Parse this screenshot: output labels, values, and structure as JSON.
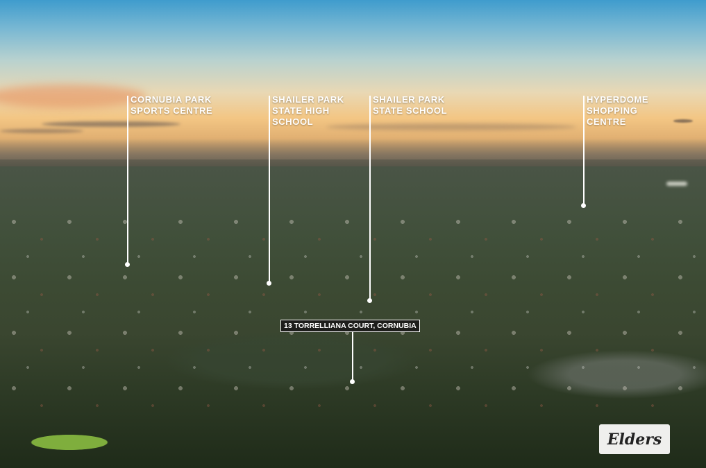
{
  "landmarks": [
    {
      "line1": "CORNUBIA PARK",
      "line2": "SPORTS CENTRE",
      "line3": ""
    },
    {
      "line1": "SHAILER PARK",
      "line2": "STATE HIGH",
      "line3": "SCHOOL"
    },
    {
      "line1": "SHAILER PARK",
      "line2": "STATE SCHOOL",
      "line3": ""
    },
    {
      "line1": "HYPERDOME",
      "line2": "SHOPPING",
      "line3": "CENTRE"
    }
  ],
  "property_label": "13 TORRELLIANA COURT, CORNUBIA",
  "logo_text": "Elders",
  "colors": {
    "label_text": "#ffffff",
    "property_box_bg": "#1d1d1b",
    "logo_bg": "#efefed"
  }
}
